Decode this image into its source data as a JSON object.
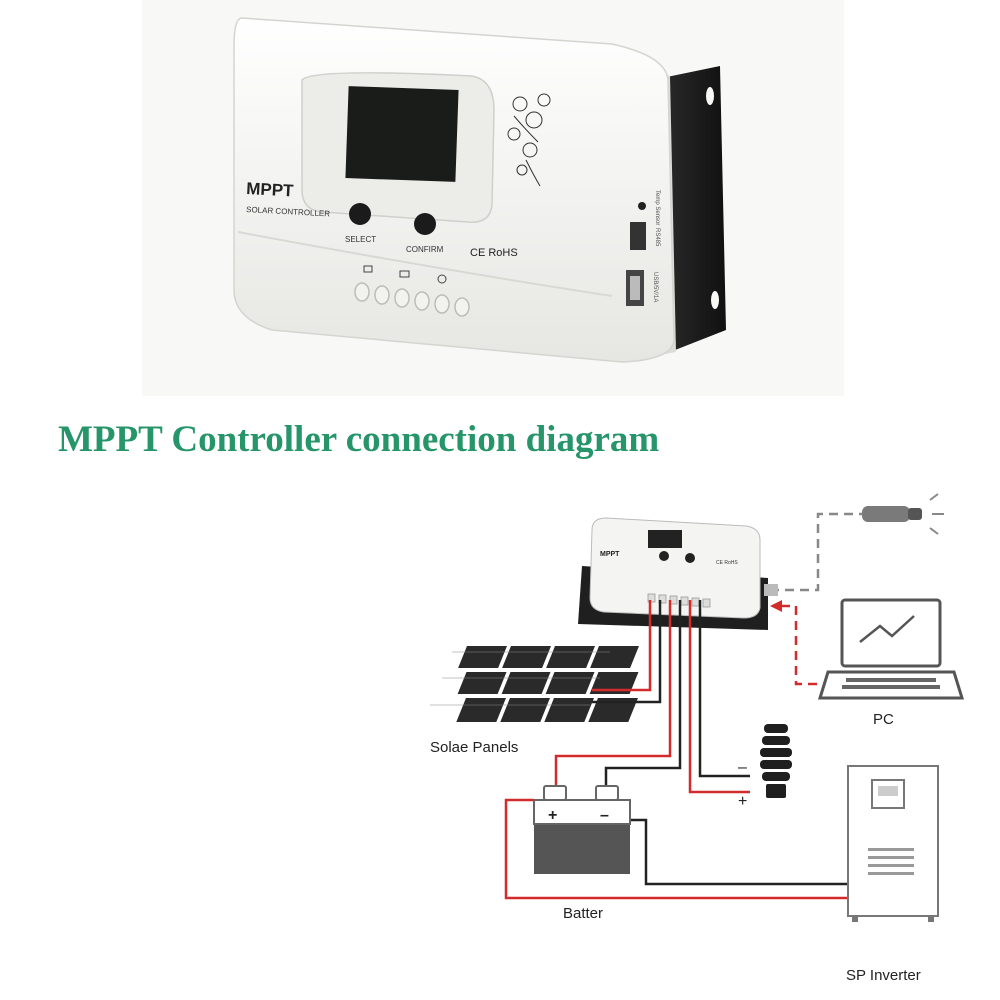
{
  "product": {
    "brand": "MPPT",
    "subtitle": "SOLAR CONTROLLER",
    "select_label": "SELECT",
    "confirm_label": "CONFIRM",
    "cert_label": "CE RoHS",
    "rs485_label": "RS485",
    "temp_label": "Temp Sensor",
    "usb_label": "USB/5V/1A"
  },
  "diagram": {
    "title": "MPPT Controller connection diagram",
    "labels": {
      "panels": "Solae Panels",
      "pc": "PC",
      "battery": "Batter",
      "inverter": "SP Inverter",
      "load_minus": "–",
      "load_plus": "+",
      "batt_plus": "+",
      "batt_minus": "–"
    },
    "colors": {
      "positive": "#d12b2b",
      "negative": "#222222",
      "title": "#27956a"
    }
  }
}
